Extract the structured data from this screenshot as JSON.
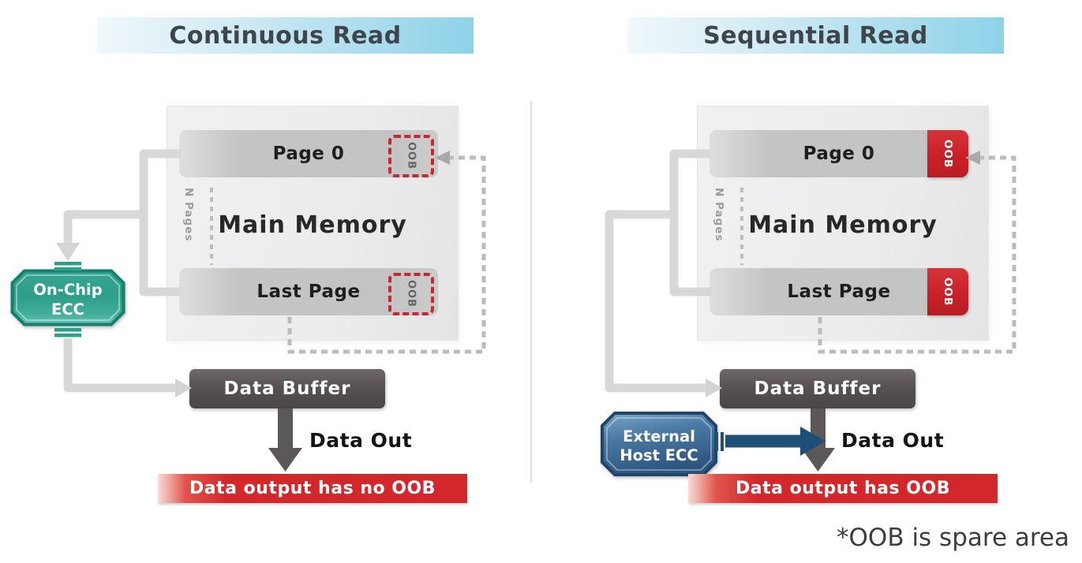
{
  "diagram": {
    "panels": [
      {
        "title": "Continuous Read",
        "memory": {
          "page0_label": "Page 0",
          "main_label": "Main Memory",
          "last_page_label": "Last Page",
          "n_pages_label": "N Pages",
          "oob_label": "OOB",
          "oob_style": "dashed-red-outline"
        },
        "ecc_badge": {
          "line1": "On-Chip",
          "line2": "ECC",
          "color": "#2ea08b"
        },
        "buffer_label": "Data Buffer",
        "data_out_label": "Data Out",
        "banner_label": "Data output has no OOB"
      },
      {
        "title": "Sequential Read",
        "memory": {
          "page0_label": "Page 0",
          "main_label": "Main Memory",
          "last_page_label": "Last Page",
          "n_pages_label": "N Pages",
          "oob_label": "OOB",
          "oob_style": "solid-red"
        },
        "ecc_badge": {
          "line1": "External",
          "line2": "Host ECC",
          "color": "#3f6f9d"
        },
        "buffer_label": "Data Buffer",
        "data_out_label": "Data Out",
        "banner_label": "Data output has OOB"
      }
    ],
    "footnote": "*OOB is spare area",
    "colors": {
      "header_gradient_start": "#f0f8fb",
      "header_gradient_end": "#8ed2e8",
      "header_text": "#3e464c",
      "memory_box_bg": "#ebebec",
      "page_bar_gray": "#c4c4c5",
      "oob_red": "#c92127",
      "banner_red": "#d2282c",
      "teal_ecc": "#2ea08b",
      "blue_ecc": "#3f6f9d",
      "blue_arrow": "#1e4f76",
      "buffer_gray": "#575152",
      "connector_gray": "#d8d8d9",
      "dash_gray": "#bcbcbc"
    }
  }
}
